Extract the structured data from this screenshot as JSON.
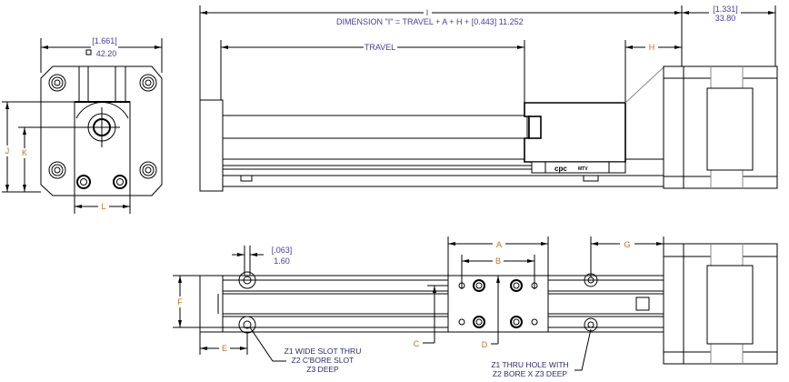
{
  "title": "Linear actuator dimension drawing",
  "end_view": {
    "width_in": "[1.661]",
    "width_mm": "42.20",
    "square_symbol": "square-icon",
    "dim_j": "J",
    "dim_k": "K",
    "dim_l": "L"
  },
  "side_view": {
    "dim_i": "I",
    "dimension_formula": "DIMENSION \"I\" = TRAVEL + A + H + [0.443] 11.252",
    "motor_in": "[1.331]",
    "motor_mm": "33.80",
    "travel": "TRAVEL",
    "dim_h": "H",
    "brand": "cpc",
    "model": "MTV"
  },
  "top_view": {
    "slot_in": "[.063]",
    "slot_mm": "1.60",
    "dim_a": "A",
    "dim_b": "B",
    "dim_c": "C",
    "dim_d": "D",
    "dim_e": "E",
    "dim_f": "F",
    "dim_g": "G",
    "note_slot": [
      "Z1 WIDE SLOT THRU",
      "Z2 C'BORE SLOT",
      "Z3 DEEP"
    ],
    "note_hole": [
      "Z1 THRU HOLE WITH",
      "Z2 BORE X Z3 DEEP"
    ]
  },
  "colors": {
    "label": "#c8701e",
    "number": "#4a3aa0"
  }
}
